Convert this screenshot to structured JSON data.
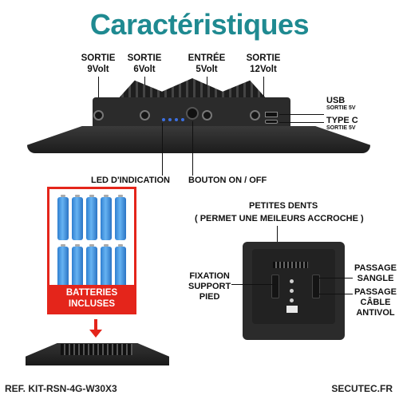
{
  "title": "Caractéristiques",
  "ports": [
    {
      "name": "SORTIE",
      "value": "9Volt"
    },
    {
      "name": "SORTIE",
      "value": "6Volt"
    },
    {
      "name": "ENTRÉE",
      "value": "5Volt"
    },
    {
      "name": "SORTIE",
      "value": "12Volt"
    }
  ],
  "side_labels": {
    "usb": {
      "label": "USB",
      "sub": "SORTIE 5V"
    },
    "typec": {
      "label": "TYPE C",
      "sub": "SORTIE 5V"
    }
  },
  "annotations": {
    "led": "LED D'INDICATION",
    "button": "BOUTON ON / OFF",
    "teeth_title": "PETITES DENTS",
    "teeth_sub": "( PERMET UNE MEILEURS ACCROCHE )",
    "fixation_1": "FIXATION",
    "fixation_2": "SUPPORT",
    "fixation_3": "PIED",
    "sangle_1": "PASSAGE",
    "sangle_2": "SANGLE",
    "antivol_1": "PASSAGE",
    "antivol_2": "CÂBLE",
    "antivol_3": "ANTIVOL"
  },
  "batteries": {
    "label_1": "BATTERIES",
    "label_2": "INCLUSES",
    "count": 10
  },
  "footer": {
    "reference": "REF. KIT-RSN-4G-W30X3",
    "brand": "SECUTEC.FR"
  },
  "colors": {
    "title": "#1f8a91",
    "accent_red": "#e4251b",
    "battery_blue": "#3b8fe0"
  }
}
